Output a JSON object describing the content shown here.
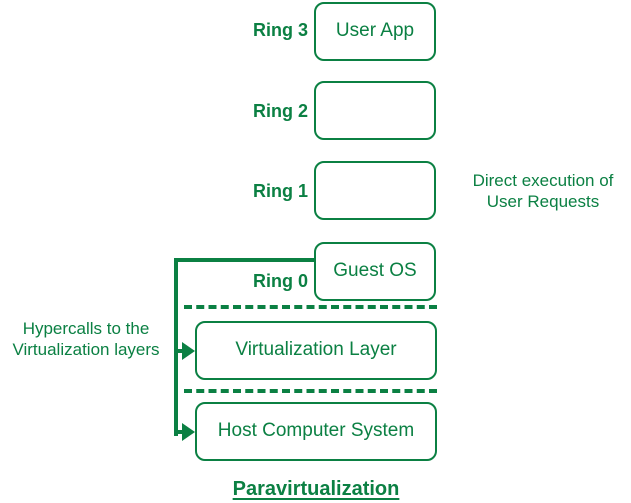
{
  "diagram": {
    "title": "Paravirtualization",
    "accent_color": "#0b8043",
    "background_color": "#ffffff",
    "rings": [
      {
        "label": "Ring 3",
        "box_text": "User App"
      },
      {
        "label": "Ring 2",
        "box_text": ""
      },
      {
        "label": "Ring 1",
        "box_text": ""
      },
      {
        "label": "Ring 0",
        "box_text": "Guest OS"
      }
    ],
    "layers": [
      {
        "box_text": "Virtualization Layer"
      },
      {
        "box_text": "Host Computer System"
      }
    ],
    "annotations": {
      "right_note": "Direct execution of\nUser Requests",
      "left_note": "Hypercalls to the\nVirtualization layers"
    }
  }
}
